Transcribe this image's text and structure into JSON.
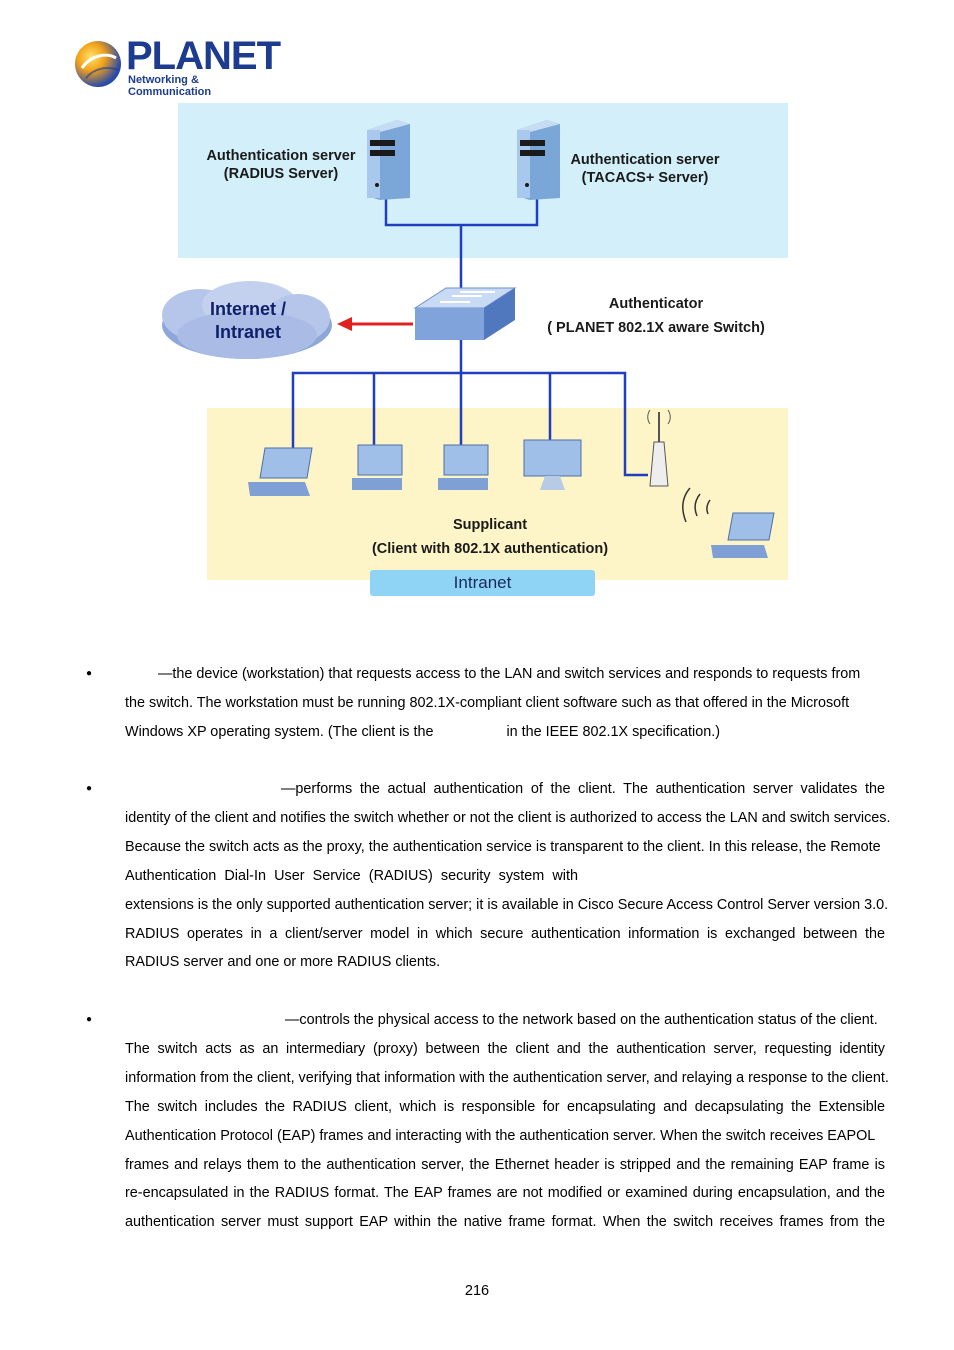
{
  "brand": {
    "name": "PLANET",
    "tagline": "Networking & Communication"
  },
  "diagram": {
    "server1_line1": "Authentication server",
    "server1_line2": "(RADIUS Server)",
    "server2_line1": "Authentication server",
    "server2_line2": "(TACACS+ Server)",
    "cloud_line1": "Internet /",
    "cloud_line2": "Intranet",
    "authenticator_line1": "Authenticator",
    "authenticator_line2": "( PLANET 802.1X aware Switch)",
    "supplicant_line1": "Supplicant",
    "supplicant_line2": "(Client with 802.1X authentication)",
    "intranet_label": "Intranet",
    "colors": {
      "server_zone": "#d3f0fa",
      "client_zone": "#fdf5c8",
      "link": "#1f3fbf",
      "arrow": "#e02020",
      "intranet_bar": "#8fd4f5"
    }
  },
  "bullets": [
    {
      "lines": [
        "—the device (workstation) that requests access to the LAN and switch services and responds to requests from",
        "the switch. The workstation must be running 802.1X-compliant client software such as that offered in the Microsoft",
        "Windows XP operating system. (The client is the",
        "in the IEEE 802.1X specification.)"
      ]
    },
    {
      "lines": [
        "—performs the actual authentication of the client. The authentication server validates the",
        "identity of the client and notifies the switch whether or not the client is authorized to access the LAN and switch services.",
        "Because the switch acts as the proxy, the authentication service is transparent to the client. In this release, the Remote",
        "Authentication Dial-In User Service (RADIUS) security system with",
        "extensions is the only supported authentication server; it is available in Cisco Secure Access Control Server version 3.0.",
        "RADIUS operates in a client/server model in which secure authentication information is exchanged between the",
        "RADIUS server and one or more RADIUS clients."
      ]
    },
    {
      "lines": [
        "—controls the physical access to the network based on the authentication status of the client.",
        "The switch acts as an intermediary (proxy) between the client and the authentication server, requesting identity",
        "information from the client, verifying that information with the authentication server, and relaying a response to the client.",
        "The switch includes the RADIUS client, which is responsible for encapsulating and decapsulating the Extensible",
        "Authentication Protocol (EAP) frames and interacting with the authentication server. When the switch receives EAPOL",
        "frames and relays them to the authentication server, the Ethernet header is stripped and the remaining EAP frame is",
        "re-encapsulated in the RADIUS format. The EAP frames are not modified or examined during encapsulation, and the",
        "authentication server must support EAP within the native frame format. When the switch receives frames from the"
      ]
    }
  ],
  "page_number": "216"
}
